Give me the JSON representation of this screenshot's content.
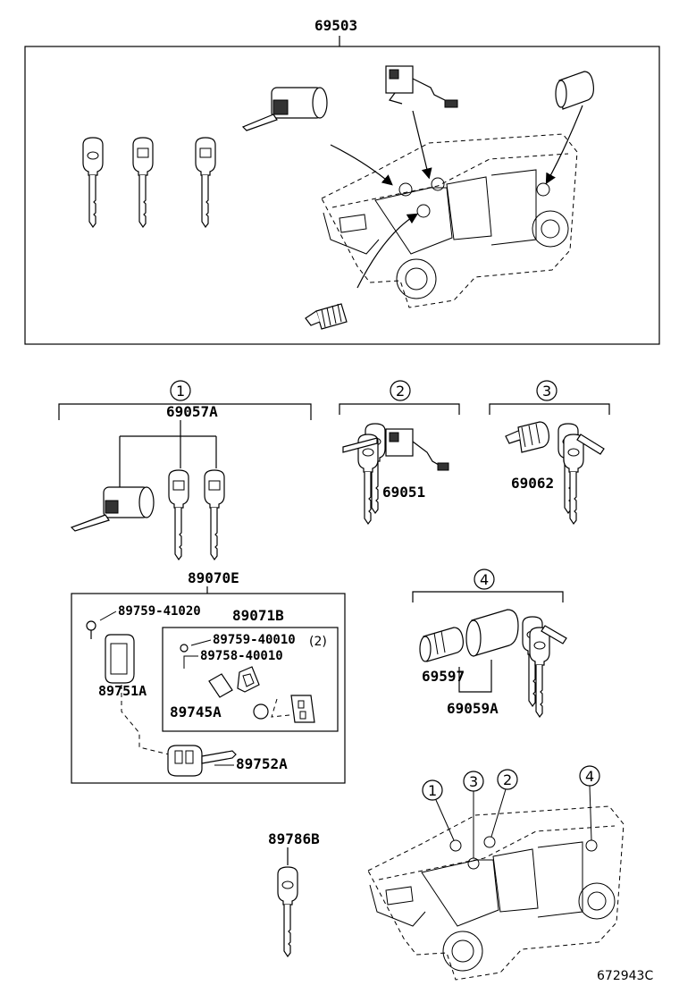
{
  "labels": {
    "assembly": "69503",
    "part_69057a": "69057A",
    "part_69051": "69051",
    "part_69062": "69062",
    "part_89070e": "89070E",
    "part_89759_41020": "89759-41020",
    "part_89071b": "89071B",
    "part_89759_40010": "89759-40010",
    "qty_2": "(2)",
    "part_89758_40010": "89758-40010",
    "part_89751a": "89751A",
    "part_89745a": "89745A",
    "part_89752a": "89752A",
    "part_69597": "69597",
    "part_69059a": "69059A",
    "part_89786b": "89786B",
    "drawing_code": "672943C"
  },
  "callouts": {
    "c1": "1",
    "c2": "2",
    "c3": "3",
    "c4": "4"
  }
}
